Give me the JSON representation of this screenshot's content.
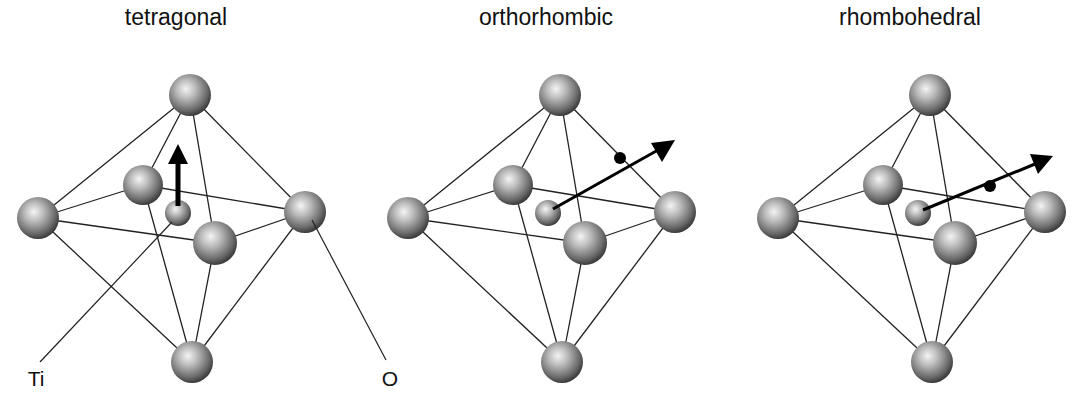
{
  "diagram": {
    "labels": [
      "tetragonal",
      "orthorhombic",
      "rhombohedral",
      "Ti",
      "O"
    ]
  }
}
